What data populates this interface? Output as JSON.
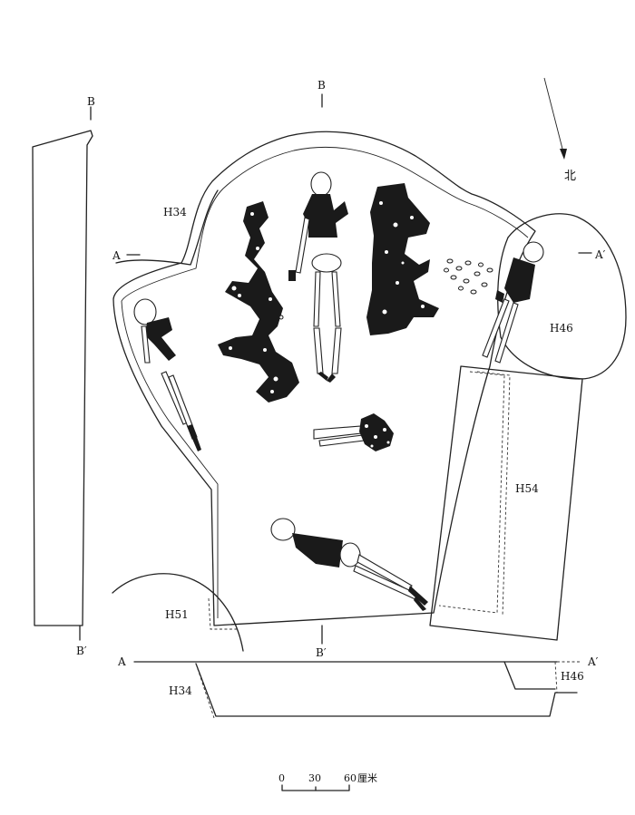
{
  "labels": {
    "b_top": "B",
    "b_left": "B",
    "b_left_bottom": "B′",
    "b_bottom": "B′",
    "a_left": "A",
    "a_right": "A′",
    "north": "北",
    "h34": "H34",
    "h46": "H46",
    "h54": "H54",
    "h51": "H51",
    "sec_a_left": "A",
    "sec_a_right": "A′",
    "sec_h46": "H46",
    "sec_h34": "H34"
  },
  "scale_bar": {
    "tick_0": "0",
    "tick_30": "30",
    "tick_60": "60",
    "unit": "厘米"
  }
}
